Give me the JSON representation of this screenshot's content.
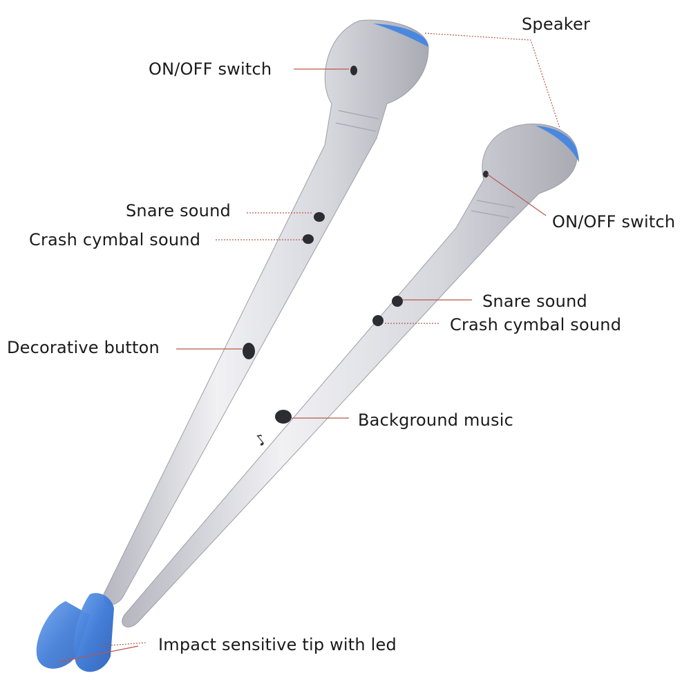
{
  "diagram": {
    "subject": "Electronic air drumsticks",
    "colors": {
      "body": "#dcdde3",
      "body_shadow": "#b9bac3",
      "accent_blue": "#3f7fd9",
      "button": "#2b2d33",
      "leader_line": "#b8574a",
      "label_text": "#1a1a1a"
    },
    "labels": {
      "speaker": "Speaker",
      "on_off_left": "ON/OFF switch",
      "on_off_right": "ON/OFF switch",
      "snare_left": "Snare sound",
      "crash_left": "Crash cymbal sound",
      "snare_right": "Snare sound",
      "crash_right": "Crash cymbal sound",
      "decorative": "Decorative button",
      "background_music": "Background music",
      "tip": "Impact sensitive tip with led"
    },
    "icons": {
      "music_note": "♪"
    }
  }
}
